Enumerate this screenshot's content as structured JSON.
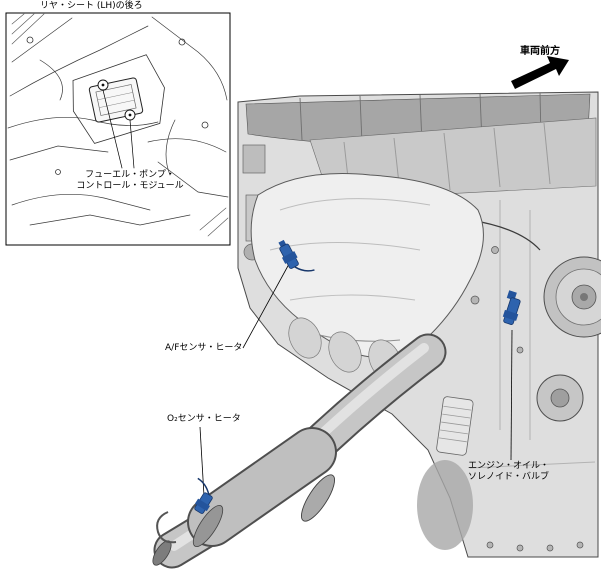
{
  "colors": {
    "highlight_blue": "#2e63ae",
    "highlight_blue_dark": "#24549c",
    "diagram_line": "#000000"
  },
  "inset": {
    "title": "リヤ・シート (LH)の後ろ",
    "caption_line1": "フューエル・ポンプ・",
    "caption_line2": "コントロール・モジュール"
  },
  "orientation": {
    "front_label": "車両前方"
  },
  "callouts": {
    "af_sensor_heater": "A/Fセンサ・ヒータ",
    "o2_sensor_heater": "O₂センサ・ヒータ",
    "oil_solenoid_line1": "エンジン・オイル・",
    "oil_solenoid_line2": "ソレノイド・バルブ"
  }
}
